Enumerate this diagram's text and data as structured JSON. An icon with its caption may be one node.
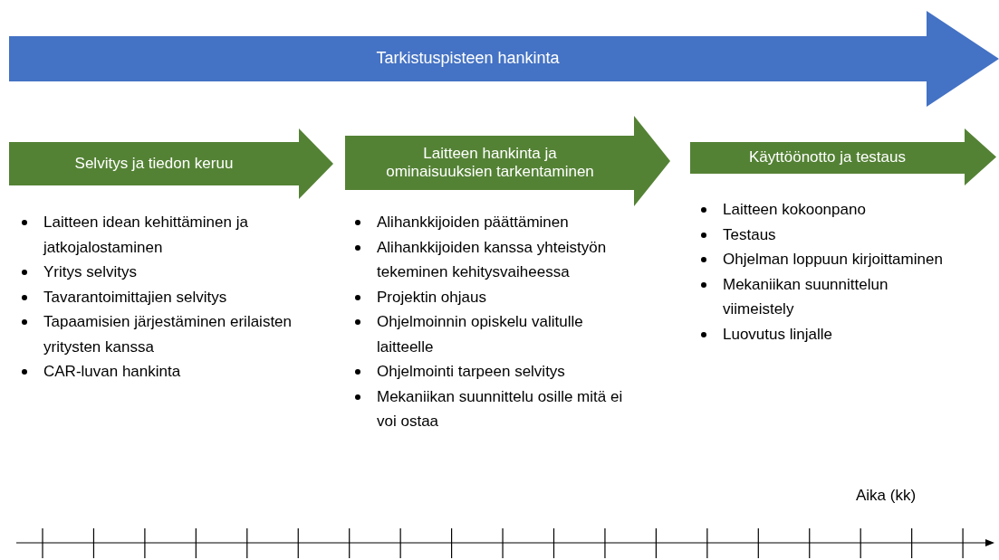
{
  "diagram": {
    "nodes": [
      {
        "text": [
          "Tarkistuspisteen hankinta"
        ]
      },
      {
        "text": [
          "Selvitys ja tiedon keruu"
        ],
        "beside": [
          "Laitteen idean kehittäminen ja jatkojalostaminen",
          "Yritys selvitys",
          "Tavarantoimittajien selvitys",
          "Tapaamisien järjestäminen erilaisten yritysten kanssa",
          "CAR-luvan hankinta"
        ]
      },
      {
        "text": [
          "Laitteen hankinta ja ominaisuuksien tarkentaminen"
        ],
        "beside": [
          "Alihankkijoiden päättäminen",
          "Alihankkijoiden kanssa yhteistyön tekeminen kehitysvaiheessa",
          "Projektin ohjaus",
          "Ohjelmoinnin opiskelu valitulle laitteelle",
          "Ohjelmointi tarpeen selvitys",
          "Mekaniikan suunnittelu osille mitä ei voi ostaa"
        ]
      },
      {
        "text": [
          "Käyttöönotto ja testaus"
        ],
        "beside": [
          "Laitteen kokoonpano",
          "Testaus",
          "Ohjelman loppuun kirjoittaminen",
          "Mekaniikan suunnittelun viimeistely",
          "Luovutus linjalle"
        ]
      }
    ],
    "labels": [
      "Aika (kk)"
    ]
  }
}
